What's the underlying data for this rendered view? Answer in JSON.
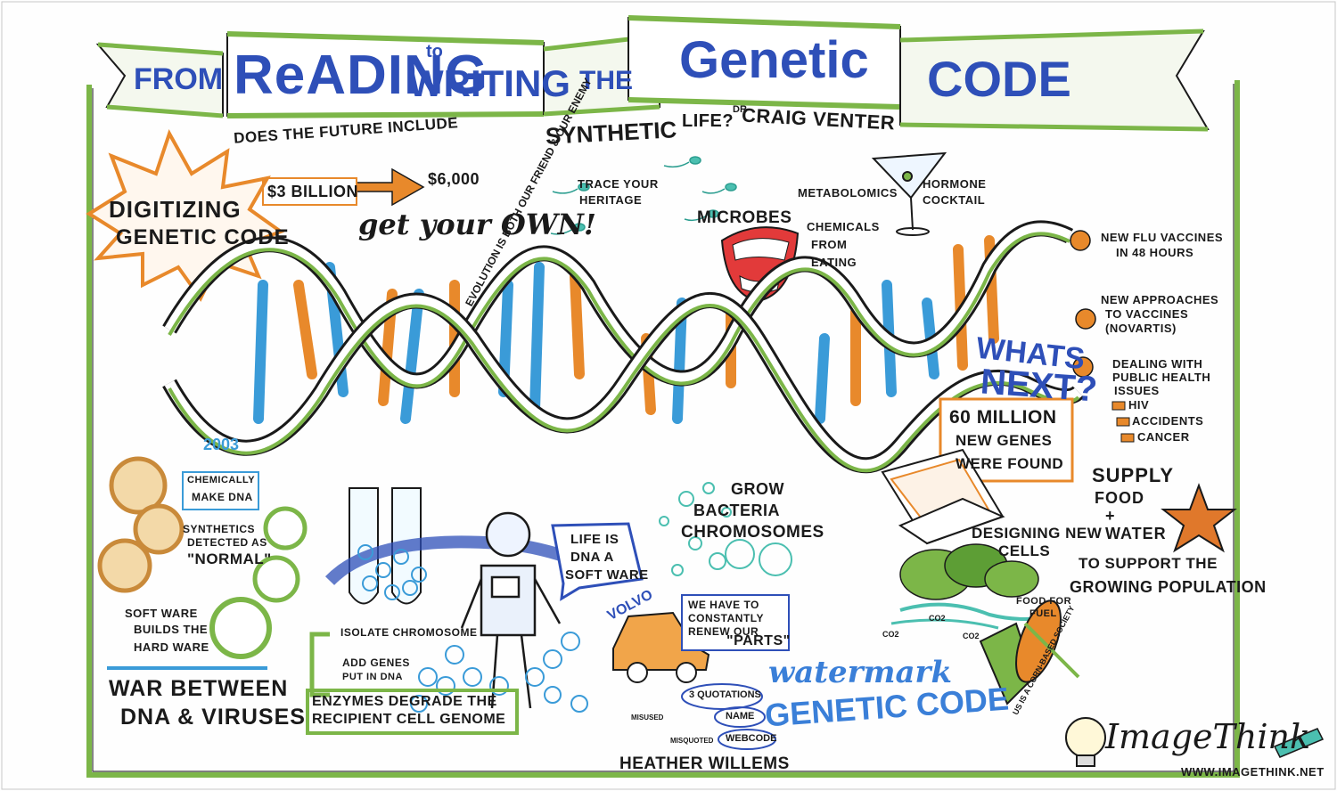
{
  "banner": {
    "from": "FROM",
    "reading": "ReADING",
    "to": "to",
    "writing": "WRITING",
    "the": "THE",
    "genetic": "Genetic",
    "code": "CODE"
  },
  "subtitle": {
    "question": "DOES THE FUTURE INCLUDE",
    "synthetic": "SYNTHETIC",
    "life": "LIFE?",
    "speaker_prefix": "DR",
    "speaker": "CRAIG VENTER"
  },
  "digitizing": {
    "line1": "DIGITIZING",
    "line2": "GENETIC CODE"
  },
  "cost": {
    "from": "$3 BILLION",
    "to": "$6,000",
    "tagline": "get your OWN!"
  },
  "heritage": {
    "line1": "TRACE YOUR",
    "line2": "HERITAGE"
  },
  "evolution": "EVOLUTION IS BOTH OUR FRIEND & OUR ENEMY",
  "microbes": {
    "title": "MICROBES",
    "metabolomics": "METABOLOMICS",
    "chem1": "CHEMICALS",
    "chem2": "FROM",
    "chem3": "EATING"
  },
  "hormone": {
    "line1": "HORMONE",
    "line2": "COCKTAIL"
  },
  "right_list": {
    "flu1": "NEW FLU VACCINES",
    "flu2": "IN 48 HOURS",
    "appr1": "NEW APPROACHES",
    "appr2": "TO VACCINES",
    "appr3": "(NOVARTIS)",
    "deal1": "DEALING WITH",
    "deal2": "PUBLIC HEALTH",
    "deal3": "ISSUES",
    "hiv": "HIV",
    "accidents": "ACCIDENTS",
    "cancer": "CANCER"
  },
  "whats_next": {
    "line1": "WHATS",
    "line2": "NEXT?"
  },
  "genes": {
    "line1": "60 MILLION",
    "line2": "NEW GENES",
    "line3": "WERE FOUND"
  },
  "supply": {
    "line1": "SUPPLY",
    "line2": "FOOD",
    "line3": "+",
    "line4": "WATER"
  },
  "support": {
    "line1": "TO SUPPORT THE",
    "line2": "GROWING POPULATION"
  },
  "designing": {
    "line1": "DESIGNING NEW",
    "line2": "CELLS"
  },
  "food_fuel": {
    "line1": "FOOD FOR",
    "line2": "FUEL"
  },
  "corn": "US IS A CORN-BASED SOCIETY",
  "co2": "CO2",
  "year": "2003",
  "chemically": {
    "line1": "CHEMICALLY",
    "line2": "MAKE DNA"
  },
  "synthetics": {
    "line1": "SYNTHETICS",
    "line2": "DETECTED AS",
    "line3": "\"NORMAL\""
  },
  "software": {
    "line1": "SOFT WARE",
    "line2": "BUILDS THE",
    "line3": "HARD WARE"
  },
  "war": {
    "line1": "WAR BETWEEN",
    "line2": "DNA & VIRUSES"
  },
  "steps": {
    "isolate": "ISOLATE CHROMOSOME",
    "add": "ADD GENES",
    "put": "PUT IN DNA"
  },
  "enzymes": {
    "line1": "ENZYMES DEGRADE THE",
    "line2": "RECIPIENT CELL GENOME"
  },
  "life_dna": {
    "line1": "LIFE IS",
    "line2": "DNA A",
    "line3": "SOFT WARE"
  },
  "grow": {
    "line1": "GROW",
    "line2": "BACTERIA",
    "line3": "CHROMOSOMES"
  },
  "volvo": "VOLVO",
  "renew": {
    "line1": "WE HAVE TO",
    "line2": "CONSTANTLY",
    "line3": "RENEW OUR",
    "line4": "\"PARTS\""
  },
  "watermark": {
    "line1": "watermark",
    "line2": "GENETIC CODE"
  },
  "quotes": {
    "quotations": "3 QUOTATIONS",
    "name": "NAME",
    "webcode": "WEBCODE",
    "misused": "MISUSED",
    "misquoted": "MISQUOTED"
  },
  "artist": "HEATHER WILLEMS",
  "brand": {
    "logo": "ImageThink",
    "url": "WWW.IMAGETHINK.NET"
  },
  "colors": {
    "green": "#7cb648",
    "blue": "#2e4fb8",
    "orange": "#e8892b",
    "light_blue": "#3a9bd8",
    "teal": "#4bbfb0",
    "ink": "#1a1a1a"
  }
}
